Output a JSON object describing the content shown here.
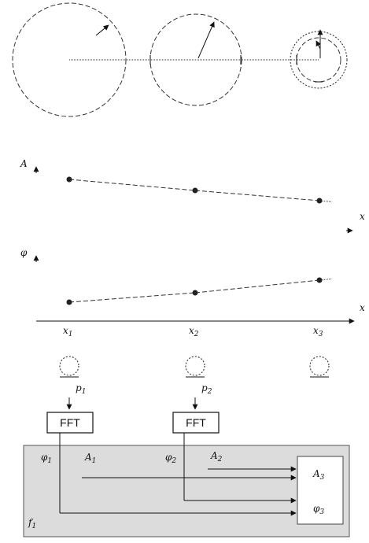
{
  "amplitude_axis": {
    "label": "A"
  },
  "phase_axis": {
    "label": "φ"
  },
  "x_axis_upper": {
    "label": "x"
  },
  "x_axis_lower": {
    "label": "x"
  },
  "sensors": [
    {
      "position_label": "x",
      "position_sub": "1",
      "pressure_label": "p",
      "pressure_sub": "1"
    },
    {
      "position_label": "x",
      "position_sub": "2",
      "pressure_label": "p",
      "pressure_sub": "2"
    },
    {
      "position_label": "x",
      "position_sub": "3"
    }
  ],
  "fft_blocks": [
    {
      "label": "FFT"
    },
    {
      "label": "FFT"
    }
  ],
  "processing_box": {
    "phase1": {
      "label": "φ",
      "sub": "1"
    },
    "amp1": {
      "label": "A",
      "sub": "1"
    },
    "phase2": {
      "label": "φ",
      "sub": "2"
    },
    "amp2": {
      "label": "A",
      "sub": "2"
    },
    "out_amp": {
      "label": "A",
      "sub": "3"
    },
    "out_phase": {
      "label": "φ",
      "sub": "3"
    },
    "freq": {
      "label": "f",
      "sub": "1"
    }
  },
  "chart_data": [
    {
      "type": "line",
      "title": "",
      "xlabel": "x",
      "ylabel": "A",
      "x": [
        "x1",
        "x2",
        "x3"
      ],
      "series": [
        {
          "values": [
            0.72,
            0.58,
            0.45
          ]
        }
      ]
    },
    {
      "type": "line",
      "title": "",
      "xlabel": "x",
      "ylabel": "φ",
      "x": [
        "x1",
        "x2",
        "x3"
      ],
      "series": [
        {
          "values": [
            0.2,
            0.35,
            0.55
          ]
        }
      ]
    }
  ]
}
